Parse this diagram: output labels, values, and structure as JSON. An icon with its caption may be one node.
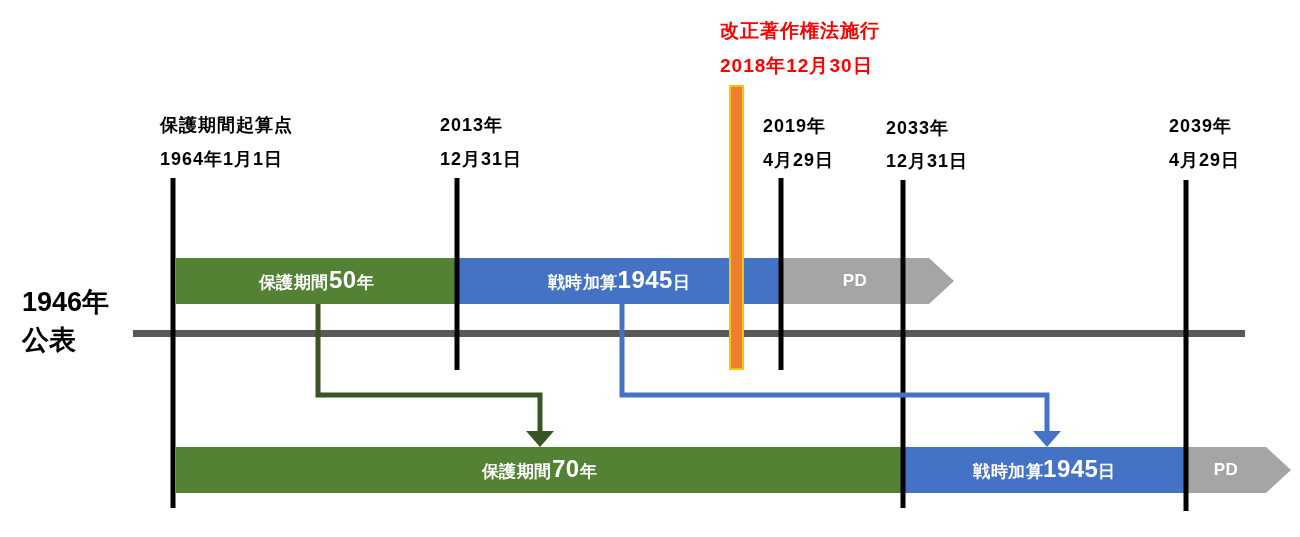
{
  "diagram": {
    "nodes": [
      {
        "text": [
          "保護期間50年"
        ]
      },
      {
        "text": [
          "戦時加算1945日"
        ]
      },
      {
        "text": [
          "PD"
        ]
      },
      {
        "text": [
          "保護期間70年"
        ]
      },
      {
        "text": [
          "戦時加算1945日"
        ]
      },
      {
        "text": [
          "PD"
        ]
      }
    ],
    "edges": [
      {
        "from": 0,
        "to": 3,
        "arrow": "to",
        "color": "#375623"
      },
      {
        "from": 1,
        "to": 4,
        "arrow": "to",
        "color": "#4472c4"
      }
    ],
    "labels": [
      "改正著作権法施行",
      "2018年12月30日",
      "保護期間起算点",
      "2013年",
      "2019年",
      "2033年",
      "2039年",
      "1964年1月1日",
      "12月31日",
      "4月29日",
      "12月31日",
      "4月29日",
      "1946年公表"
    ]
  }
}
